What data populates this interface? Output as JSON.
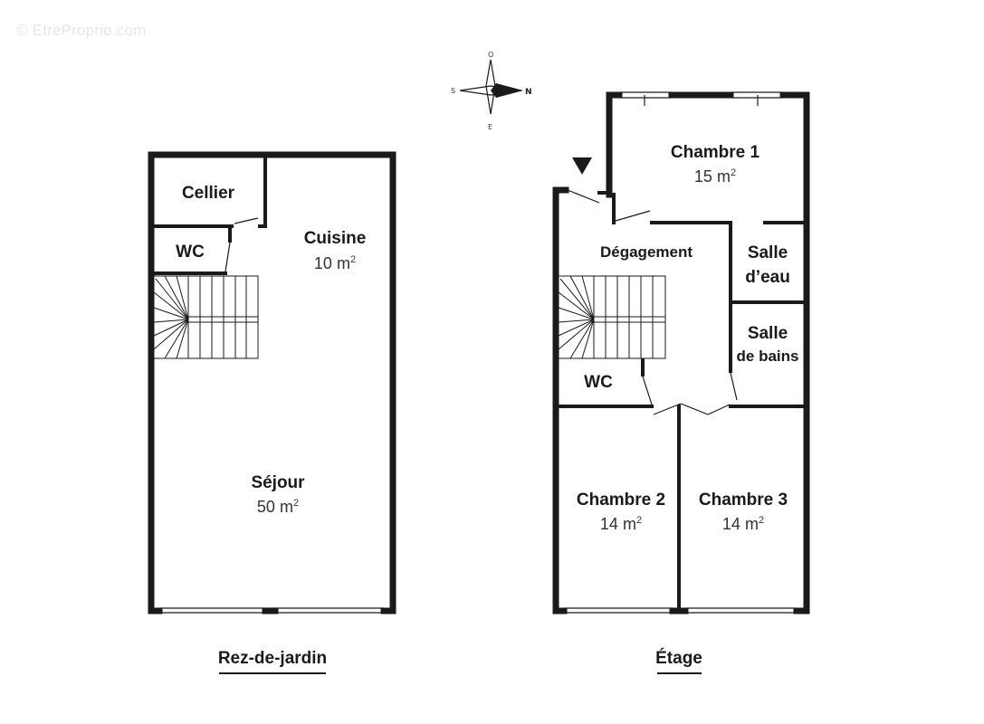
{
  "watermark": "© EtreProprio.com",
  "compass": {
    "north": "N",
    "south": "S",
    "east": "E",
    "west": "O"
  },
  "ground_floor": {
    "label": "Rez-de-jardin",
    "rooms": {
      "cellier": {
        "name": "Cellier"
      },
      "wc": {
        "name": "WC"
      },
      "cuisine": {
        "name": "Cuisine",
        "area": "10 m",
        "area_sup": "2"
      },
      "sejour": {
        "name": "Séjour",
        "area": "50 m",
        "area_sup": "2"
      }
    }
  },
  "upper_floor": {
    "label": "Étage",
    "rooms": {
      "chambre1": {
        "name": "Chambre 1",
        "area": "15 m",
        "area_sup": "2"
      },
      "degagement": {
        "name": "Dégagement"
      },
      "salle_eau": {
        "name_line1": "Salle",
        "name_line2": "d’eau"
      },
      "salle_bains": {
        "name_line1": "Salle",
        "name_line2": "de bains"
      },
      "wc": {
        "name": "WC"
      },
      "chambre2": {
        "name": "Chambre 2",
        "area": "14 m",
        "area_sup": "2"
      },
      "chambre3": {
        "name": "Chambre 3",
        "area": "14 m",
        "area_sup": "2"
      }
    }
  }
}
